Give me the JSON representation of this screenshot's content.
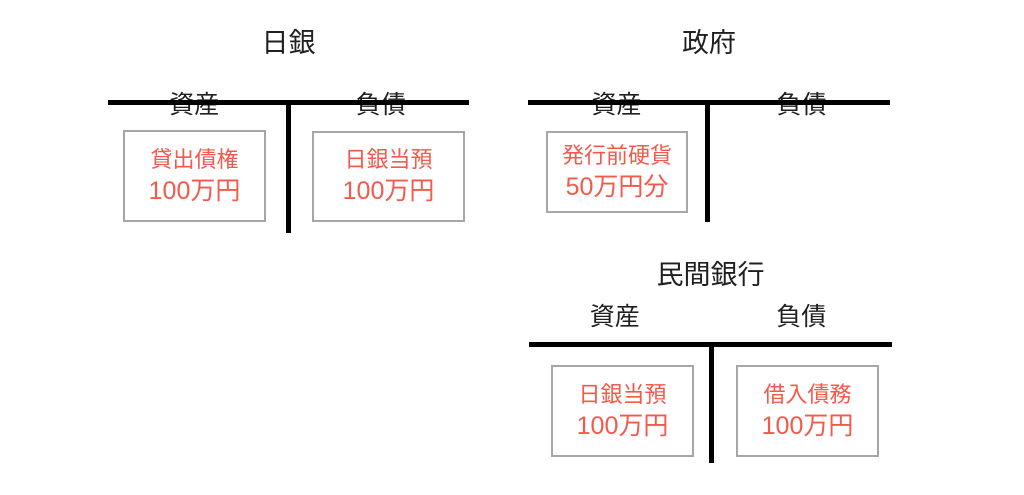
{
  "diagram": {
    "labels": {
      "assets": "資産",
      "liabilities": "負債"
    },
    "tables": [
      {
        "id": "boj",
        "title": "日銀",
        "assets": [
          {
            "name": "貸出債権",
            "amount": "100万円"
          }
        ],
        "liabilities": [
          {
            "name": "日銀当預",
            "amount": "100万円"
          }
        ]
      },
      {
        "id": "gov",
        "title": "政府",
        "assets": [
          {
            "name": "発行前硬貨",
            "amount": "50万円分"
          }
        ],
        "liabilities": []
      },
      {
        "id": "bank",
        "title": "民間銀行",
        "assets": [
          {
            "name": "日銀当預",
            "amount": "100万円"
          }
        ],
        "liabilities": [
          {
            "name": "借入債務",
            "amount": "100万円"
          }
        ]
      }
    ],
    "colors": {
      "entry_text": "#f4594c",
      "rule": "#000000",
      "box_border": "#a6a6a6",
      "heading_text": "#202020",
      "background": "#ffffff"
    }
  }
}
